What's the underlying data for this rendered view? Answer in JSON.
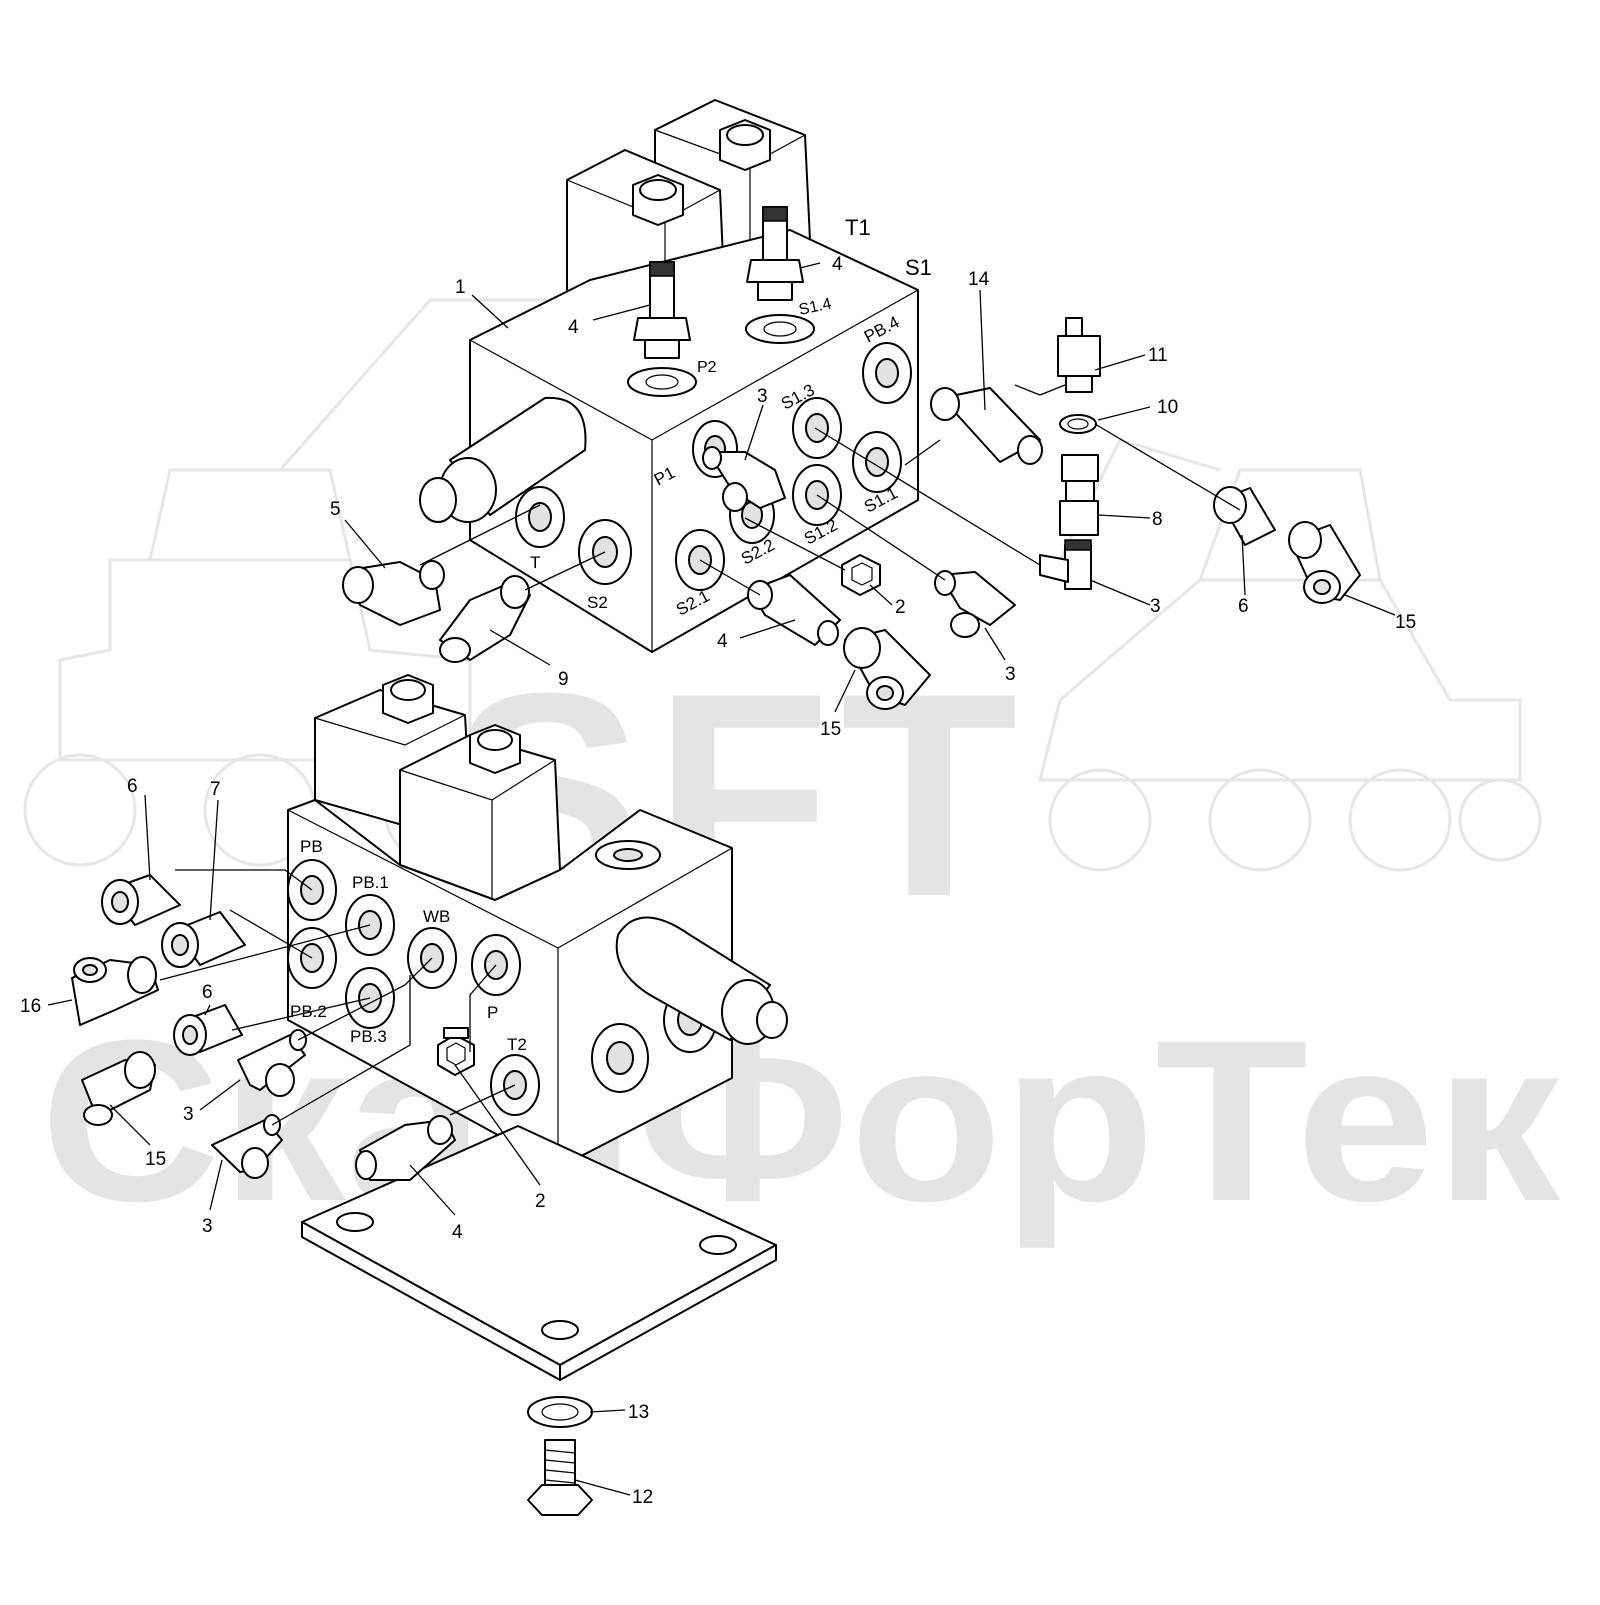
{
  "watermark": {
    "logo_text": "SFT",
    "brand_text": "СканФорТек",
    "logo_color": "#e4e4e4"
  },
  "port_labels": {
    "t1": "T1",
    "s1": "S1",
    "p2": "P2",
    "s1_4": "S1.4",
    "pb_4": "PB.4",
    "s1_3": "S1.3",
    "p1": "P1",
    "s1_1": "S1.1",
    "s1_2": "S1.2",
    "s2_2": "S2.2",
    "s2_1": "S2.1",
    "t": "T",
    "s2": "S2",
    "pb": "PB",
    "pb_1": "PB.1",
    "wb": "WB",
    "pb_2": "PB.2",
    "pb_3": "PB.3",
    "p": "P",
    "t2": "T2"
  },
  "callouts": [
    {
      "id": "c-1",
      "text": "1"
    },
    {
      "id": "c-4a",
      "text": "4"
    },
    {
      "id": "c-4b",
      "text": "4"
    },
    {
      "id": "c-14",
      "text": "14"
    },
    {
      "id": "c-11",
      "text": "11"
    },
    {
      "id": "c-10",
      "text": "10"
    },
    {
      "id": "c-3a",
      "text": "3"
    },
    {
      "id": "c-8",
      "text": "8"
    },
    {
      "id": "c-3b",
      "text": "3"
    },
    {
      "id": "c-6a",
      "text": "6"
    },
    {
      "id": "c-15a",
      "text": "15"
    },
    {
      "id": "c-5",
      "text": "5"
    },
    {
      "id": "c-2a",
      "text": "2"
    },
    {
      "id": "c-3c",
      "text": "3"
    },
    {
      "id": "c-4c",
      "text": "4"
    },
    {
      "id": "c-9",
      "text": "9"
    },
    {
      "id": "c-15b",
      "text": "15"
    },
    {
      "id": "c-6b",
      "text": "6"
    },
    {
      "id": "c-7",
      "text": "7"
    },
    {
      "id": "c-16",
      "text": "16"
    },
    {
      "id": "c-6c",
      "text": "6"
    },
    {
      "id": "c-3d",
      "text": "3"
    },
    {
      "id": "c-15c",
      "text": "15"
    },
    {
      "id": "c-3e",
      "text": "3"
    },
    {
      "id": "c-2b",
      "text": "2"
    },
    {
      "id": "c-4d",
      "text": "4"
    },
    {
      "id": "c-13",
      "text": "13"
    },
    {
      "id": "c-12",
      "text": "12"
    }
  ]
}
